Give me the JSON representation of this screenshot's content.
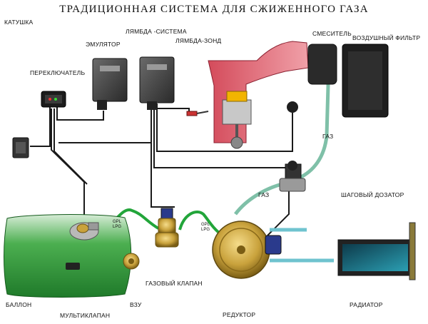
{
  "title": "ТРАДИЦИОННАЯ СИСТЕМА ДЛЯ СЖИЖЕННОГО ГАЗА",
  "labels": {
    "coil": "КАТУШКА",
    "switch": "ПЕРЕКЛЮЧАТЕЛЬ",
    "emulator": "ЭМУЛЯТОР",
    "lambda_system": "ЛЯМБДА -СИСТЕМА",
    "lambda_probe": "ЛЯМБДА-ЗОНД",
    "mixer": "СМЕСИТЕЛЬ",
    "air_filter": "ВОЗДУШНЫЙ ФИЛЬТР",
    "gas_1": "ГАЗ",
    "gas_2": "ГАЗ",
    "stepper": "ШАГОВЫЙ ДОЗАТОР",
    "tank": "БАЛЛОН",
    "multivalve": "МУЛЬТИКЛАПАН",
    "filler": "ВЗУ",
    "gas_valve": "ГАЗОВЫЙ КЛАПАН",
    "reducer": "РЕДУКТОР",
    "radiator": "РАДИАТОР"
  },
  "tags": {
    "gpl_1": "GPL",
    "lpg_1": "LPG",
    "gpl_2": "GPL",
    "lpg_2": "LPG"
  },
  "colors": {
    "tank_green": "#2e9a3a",
    "gas_hose": "#7fc0a8",
    "water_hose": "#6fc3cf",
    "green_hose": "#22a53a",
    "wire": "#222222",
    "reducer_brass": "#c9a23c",
    "piston_red": "#d8384a"
  },
  "icons": {
    "coil": "ignition-coil-icon",
    "switch": "fuel-switch-icon",
    "emulator": "ecu-box-icon",
    "lambda_system": "ecu-box-icon",
    "probe": "lambda-probe-icon",
    "engine": "engine-cutaway-icon",
    "mixer": "gas-mixer-icon",
    "filter": "air-filter-icon",
    "stepper": "stepper-motor-icon",
    "tank": "gas-tank-icon",
    "multivalve": "multivalve-icon",
    "filler": "filler-valve-icon",
    "gas_valve": "solenoid-valve-icon",
    "reducer": "reducer-icon",
    "radiator": "radiator-icon"
  }
}
